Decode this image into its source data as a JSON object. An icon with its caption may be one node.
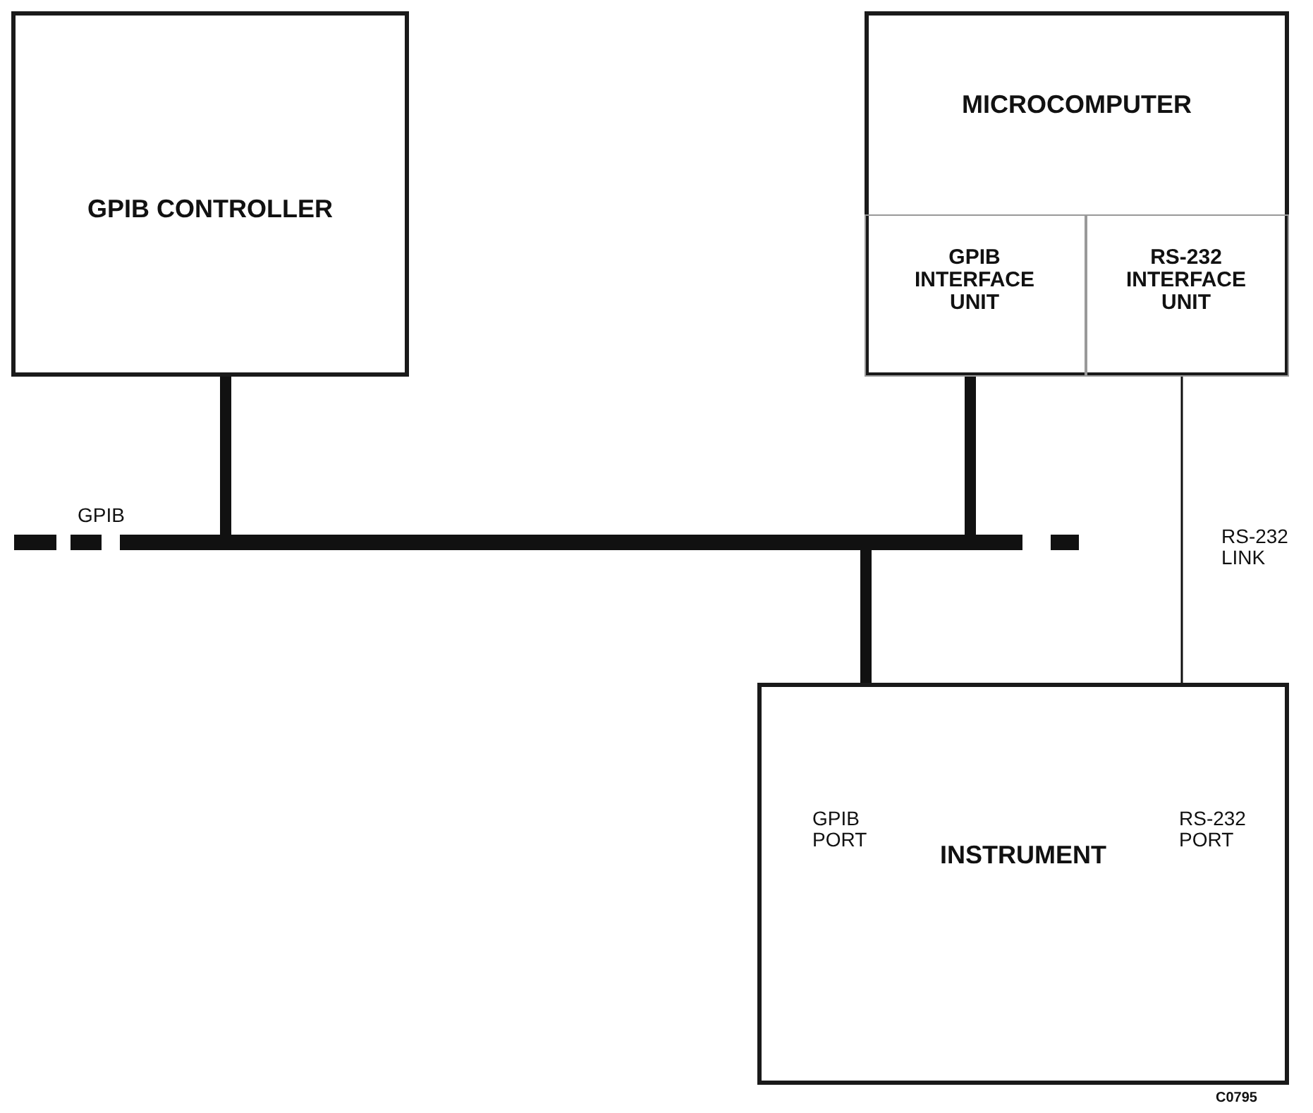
{
  "diagram": {
    "nodes": [
      {
        "text": [
          "GPIB CONTROLLER"
        ]
      },
      {
        "text": [
          "MICROCOMPUTER"
        ]
      },
      {
        "text": [
          "GPIB INTERFACE UNIT"
        ],
        "in": 1
      },
      {
        "text": [
          "RS-232 INTERFACE UNIT"
        ],
        "in": 1
      },
      {
        "text": [
          "GPIB PORT",
          "RS-232 PORT",
          "INSTRUMENT"
        ]
      },
      {
        "text": [],
        "shape": "bar",
        "beside": [
          "GPIB"
        ]
      }
    ],
    "edges": [
      {
        "from": 0,
        "to": 5,
        "arrow": "none"
      },
      {
        "from": 2,
        "to": 5,
        "arrow": "none"
      },
      {
        "from": 5,
        "to": 4,
        "arrow": "none"
      },
      {
        "from": 3,
        "to": 4,
        "arrow": "none",
        "label": "RS-232 LINK"
      }
    ],
    "labels": [
      "C0795"
    ]
  }
}
